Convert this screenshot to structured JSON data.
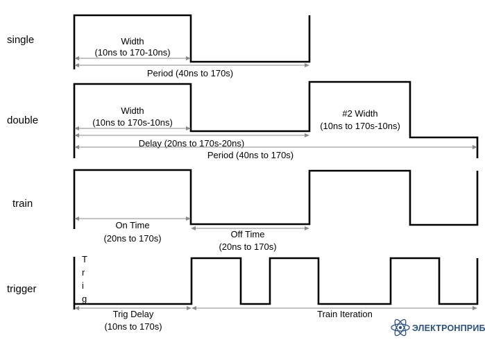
{
  "rows": {
    "single": {
      "label": "single",
      "width_title": "Width",
      "width_range": "(10ns to 170-10ns)",
      "period": "Period (40ns to 170s)"
    },
    "double": {
      "label": "double",
      "width_title": "Width",
      "width_range": "(10ns to 170s-10ns)",
      "delay": "Delay (20ns to 170s-20ns)",
      "period": "Period (40ns to 170s)",
      "width2_title": "#2 Width",
      "width2_range": "(10ns to 170s-10ns)"
    },
    "train": {
      "label": "train",
      "on_title": "On Time",
      "on_range": "(20ns to 170s)",
      "off_title": "Off Time",
      "off_range": "(20ns to 170s)"
    },
    "trigger": {
      "label": "trigger",
      "trig_text": "Trig",
      "trig_delay_title": "Trig Delay",
      "trig_delay_range": "(10ns to 170s)",
      "train_iteration": "Train Iteration"
    }
  },
  "logo": {
    "text": "ЭЛЕКТРОНПРИБОР",
    "color": "#2a4f86"
  }
}
